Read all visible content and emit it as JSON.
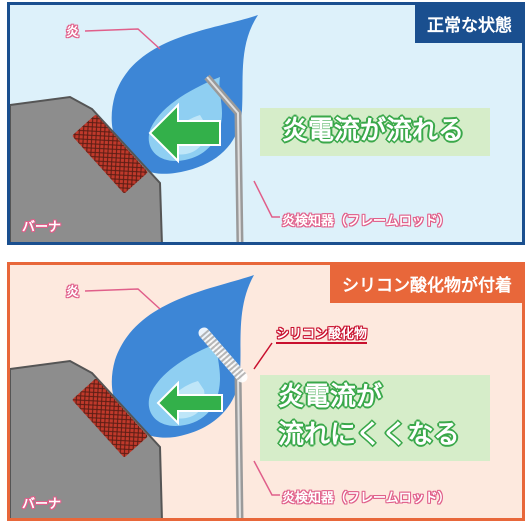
{
  "panels": {
    "normal": {
      "title": "正常な状態",
      "flame_label": "炎",
      "burner_label": "バーナ",
      "rod_label": "炎検知器（フレームロッド）",
      "message": "炎電流が流れる",
      "colors": {
        "frame": "#1a4f8f",
        "background": "#ddf1fa"
      }
    },
    "silicon": {
      "title": "シリコン酸化物が付着",
      "flame_label": "炎",
      "burner_label": "バーナ",
      "rod_label": "炎検知器（フレームロッド）",
      "silicon_label": "シリコン酸化物",
      "message_line1": "炎電流が",
      "message_line2": "流れにくくなる",
      "colors": {
        "frame": "#e8673a",
        "background": "#fde9de"
      }
    }
  },
  "colors": {
    "flame_outer": "#3d86d6",
    "flame_inner": "#8fcff2",
    "arrow": "#33b04a",
    "burner": "#8d8d8d",
    "mesh": "#c0392b",
    "label_outline": "#e05f8a"
  },
  "icons": [
    "flame-icon",
    "burner-icon",
    "arrow-left-icon",
    "flame-rod-icon",
    "mesh-nozzle-icon"
  ]
}
